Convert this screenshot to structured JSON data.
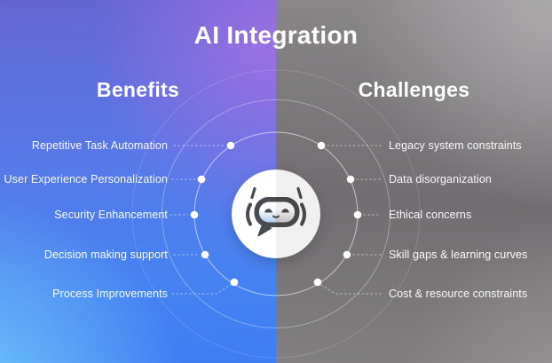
{
  "title": "AI Integration",
  "left": {
    "heading": "Benefits",
    "items": [
      "Repetitive Task Automation",
      "User Experience Personalization",
      "Security Enhancement",
      "Decision making support",
      "Process Improvements"
    ]
  },
  "right": {
    "heading": "Challenges",
    "items": [
      "Legacy system constraints",
      "Data disorganization",
      "Ethical concerns",
      "Skill gaps & learning curves",
      "Cost & resource constraints"
    ]
  },
  "center": {
    "icon": "robot-chatbot-icon"
  },
  "colors": {
    "left_top": "#6366d1",
    "left_mid_blue": "#4583f2",
    "left_bottom_cyan": "#7ed8fa",
    "left_purple_glow": "#a070e2",
    "right_top_gray": "#a4a3a4",
    "right_mid_gray": "#716d70",
    "right_bottom_gray": "#8f8e8e",
    "text": "#ffffff",
    "robot_dark": "#494b53",
    "robot_face_tint": "#b3cef3",
    "emblem_left": "#ffffff",
    "emblem_right": "#e5e4e5"
  }
}
